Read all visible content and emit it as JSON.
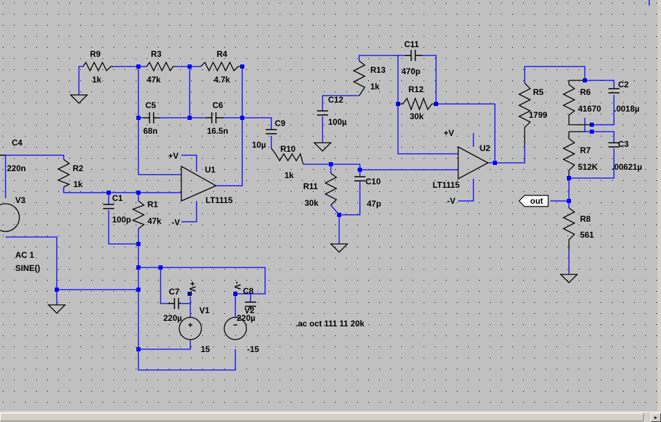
{
  "colors": {
    "background": "#c0c0c0",
    "wire": "#0000ff",
    "component": "#000000",
    "grid": "#000000",
    "scrollbar": "#d4d0c8"
  },
  "components": {
    "R1": {
      "name": "R1",
      "value": "47k"
    },
    "R2": {
      "name": "R2",
      "value": "1k"
    },
    "R3": {
      "name": "R3",
      "value": "47k"
    },
    "R4": {
      "name": "R4",
      "value": "4.7k"
    },
    "R5": {
      "name": "R5",
      "value": "1799"
    },
    "R6": {
      "name": "R6",
      "value": "41670"
    },
    "R7": {
      "name": "R7",
      "value": "512K"
    },
    "R8": {
      "name": "R8",
      "value": "561"
    },
    "R9": {
      "name": "R9",
      "value": "1k"
    },
    "R10": {
      "name": "R10",
      "value": "1k"
    },
    "R11": {
      "name": "R11",
      "value": "30k"
    },
    "R12": {
      "name": "R12",
      "value": "30k"
    },
    "R13": {
      "name": "R13",
      "value": "1k"
    },
    "C1": {
      "name": "C1",
      "value": "100p"
    },
    "C2": {
      "name": "C2",
      "value": ".0018µ"
    },
    "C3": {
      "name": "C3",
      "value": ".00621µ"
    },
    "C4": {
      "name": "C4",
      "value": "220n"
    },
    "C5": {
      "name": "C5",
      "value": "68n"
    },
    "C6": {
      "name": "C6",
      "value": "16.5n"
    },
    "C7": {
      "name": "C7",
      "value": "220µ"
    },
    "C8": {
      "name": "C8",
      "value": "220µ"
    },
    "C9": {
      "name": "C9",
      "value": "10µ"
    },
    "C10": {
      "name": "C10",
      "value": "47p"
    },
    "C11": {
      "name": "C11",
      "value": "470p"
    },
    "C12": {
      "name": "C12",
      "value": "100µ"
    },
    "U1": {
      "name": "U1",
      "value": "LT1115"
    },
    "U2": {
      "name": "U2",
      "value": "LT1115"
    },
    "V1": {
      "name": "V1",
      "value": "15"
    },
    "V2": {
      "name": "V2",
      "value": "-15"
    },
    "V3": {
      "name": "V3",
      "value1": "AC 1",
      "value2": "SINE()"
    }
  },
  "netlabels": {
    "pos_v": "+V",
    "neg_v": "-V",
    "out": "out",
    "plus": "+",
    "minus": "-"
  },
  "directive": ".ac oct 111 11 20k"
}
